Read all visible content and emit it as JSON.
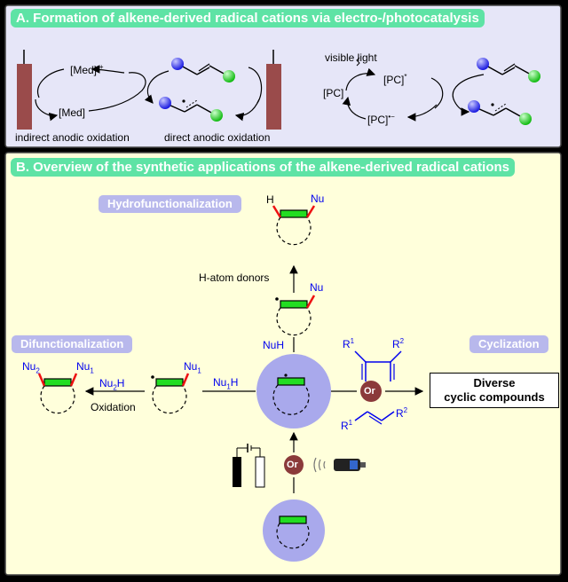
{
  "panel_a": {
    "title": "A. Formation of alkene-derived radical cations via electro-/photocatalysis",
    "med_radical": "[Med]",
    "med_radical_sup": "•+",
    "med": "[Med]",
    "indirect_label": "indirect anodic oxidation",
    "direct_label": "direct anodic oxidation",
    "visible_light": "visible light",
    "pc": "[PC]",
    "pc_excited": "[PC]",
    "pc_excited_sup": "*",
    "pc_radical": "[PC]",
    "pc_radical_sup": "•−"
  },
  "panel_b": {
    "title": "B. Overview of the synthetic applications of the alkene-derived radical cations",
    "hydro_tag": "Hydrofunctionalization",
    "difunc_tag": "Difunctionalization",
    "cyclization_tag": "Cyclization",
    "h_label": "H",
    "nu_label": "Nu",
    "nu_label_2": "Nu",
    "h_atom_donors": "H-atom donors",
    "nuh": "NuH",
    "nu1h": "Nu",
    "nu1h_sub": "1",
    "nu1h_tail": "H",
    "nu2h": "Nu",
    "nu2h_sub": "2",
    "nu2h_tail": "H",
    "oxidation": "Oxidation",
    "nu1_a": "Nu",
    "nu1_a_sub": "1",
    "nu2_b": "Nu",
    "nu2_b_sub": "2",
    "nu1_b": "Nu",
    "nu1_b_sub": "1",
    "or_1": "Or",
    "or_2": "Or",
    "r1_top": "R",
    "r1_top_sup": "1",
    "r2_top": "R",
    "r2_top_sup": "2",
    "r1_bottom": "R",
    "r1_bottom_sup": "1",
    "r2_bottom": "R",
    "r2_bottom_sup": "2",
    "product_line1": "Diverse",
    "product_line2": "cyclic compounds"
  },
  "colors": {
    "header_bg": "#5ee3a5",
    "tag_bg": "#b8b8ec",
    "panel_a_bg": "#e6e6f8",
    "panel_b_bg": "#ffffdb",
    "circle_bg": "#a9a9ec",
    "or_circle": "#8b3a3a",
    "electrode": "#9a4b4b",
    "alkene_green": "#22dd22",
    "bond_red": "#ee1111",
    "nu_blue": "#0000ee"
  }
}
